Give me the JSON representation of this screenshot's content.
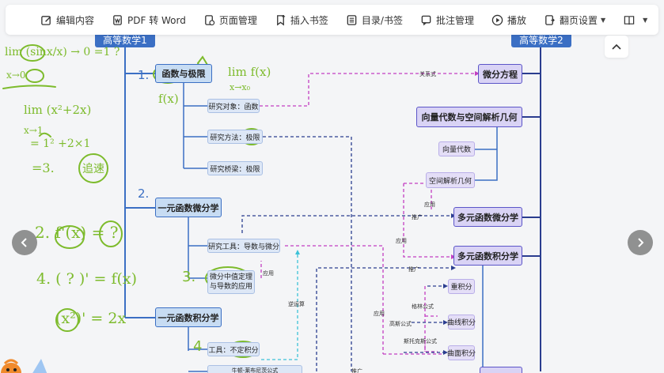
{
  "toolbar": {
    "items": [
      {
        "label": "编辑内容",
        "icon": "edit-icon"
      },
      {
        "label": "PDF 转 Word",
        "icon": "pdf-word-icon"
      },
      {
        "label": "页面管理",
        "icon": "page-manage-icon"
      },
      {
        "label": "插入书签",
        "icon": "bookmark-add-icon"
      },
      {
        "label": "目录/书签",
        "icon": "toc-icon"
      },
      {
        "label": "批注管理",
        "icon": "annotation-icon"
      },
      {
        "label": "播放",
        "icon": "play-icon"
      },
      {
        "label": "翻页设置",
        "icon": "page-turn-icon"
      }
    ],
    "book_icon": "book-view-icon"
  },
  "mindmap": {
    "title_left": "高等数学1",
    "title_right": "高等数学2",
    "branches": {
      "b1": "函数与极限",
      "b1_obj": "研究对象：函数",
      "b1_method": "研究方法：极限",
      "b1_bridge": "研究桥梁：极限",
      "b2": "一元函数微分学",
      "b2_tool": "研究工具：导数与微分",
      "b2_app": [
        "微分中值定理",
        "与导数的应用"
      ],
      "b3": "一元函数积分学",
      "b3_tool": "工具：不定积分",
      "b3_nl": "牛顿-莱布尼茨公式"
    },
    "right": {
      "de": "微分方程",
      "vec": "向量代数与空间解析几何",
      "vec_a": "向量代数",
      "vec_b": "空间解析几何",
      "multi_diff": "多元函数微分学",
      "multi_int": "多元函数积分学",
      "double": "重积分",
      "line": "曲线积分",
      "surface": "曲面积分"
    },
    "edge_labels": {
      "relation": "关系式",
      "extend1": "推广",
      "apply1": "应用",
      "apply2": "应用",
      "extend2": "推广",
      "apply3": "应用",
      "inverse": "逆运算",
      "apply4": "应用",
      "green": "格林公式",
      "gauss": "高斯公式",
      "stokes": "斯托克斯公式",
      "extend3": "推广"
    },
    "numbers": [
      "1.",
      "2.",
      "3.",
      "4"
    ]
  },
  "handwriting": {
    "lim1": "lim (sinx/x) → 0  =1  ?",
    "lim1_sub": "x→0",
    "lim2": "lim (x²+2x)",
    "lim2_sub": "x→1",
    "lim2_eval": "= 1² +2×1",
    "lim2_res": "=3.",
    "lim2_note": "追速",
    "note_fx": "f(x)",
    "note_limfx": "lim f(x)",
    "note_limsub": "x→x₀",
    "q2": "2. f'(x) = ?",
    "q4": "4. ( ? )' = f(x)",
    "q5": "(x²)' = 2x"
  },
  "colors": {
    "blue": "#3b6fc4",
    "purple": "#5b55c8",
    "magenta": "#c23fc2",
    "teal": "#3cc2d8",
    "navy": "#2a3d8f",
    "handwriting_green": "#7dbb2c"
  }
}
